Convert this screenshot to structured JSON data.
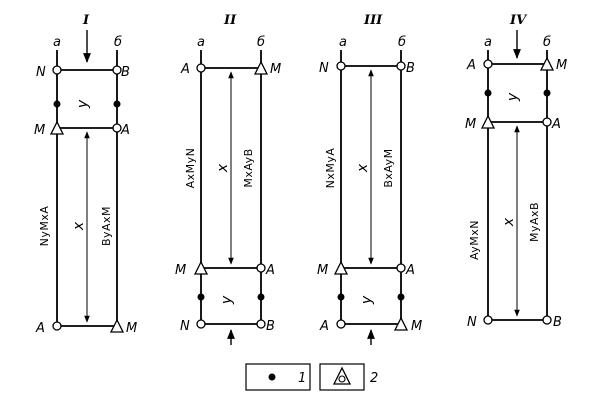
{
  "panels": {
    "p1": {
      "numeral": "I",
      "top_left": "а",
      "top_right": "б",
      "pt_tl": "N",
      "pt_tr": "B",
      "pt_ml": "M",
      "pt_mr": "A",
      "pt_bl": "A",
      "pt_br": "M",
      "unit": "y",
      "span": "x",
      "left_text": "NyMxA",
      "right_text": "ByAxM"
    },
    "p2": {
      "numeral": "II",
      "top_left": "а",
      "top_right": "б",
      "pt_tl": "A",
      "pt_tr": "M",
      "pt_ml": "M",
      "pt_mr": "A",
      "pt_bl": "N",
      "pt_br": "B",
      "unit": "y",
      "span": "x",
      "left_text": "AxMyN",
      "right_text": "MxAyB"
    },
    "p3": {
      "numeral": "III",
      "top_left": "а",
      "top_right": "б",
      "pt_tl": "N",
      "pt_tr": "B",
      "pt_ml": "M",
      "pt_mr": "A",
      "pt_bl": "A",
      "pt_br": "M",
      "unit": "y",
      "span": "x",
      "left_text": "NxMyA",
      "right_text": "BxAyM"
    },
    "p4": {
      "numeral": "IV",
      "top_left": "а",
      "top_right": "б",
      "pt_tl": "A",
      "pt_tr": "M",
      "pt_ml": "M",
      "pt_mr": "A",
      "pt_bl": "N",
      "pt_br": "B",
      "unit": "y",
      "span": "x",
      "left_text": "AyMxN",
      "right_text": "MyAxB"
    }
  },
  "legend": {
    "item1_label": "1",
    "item2_label": "2"
  }
}
